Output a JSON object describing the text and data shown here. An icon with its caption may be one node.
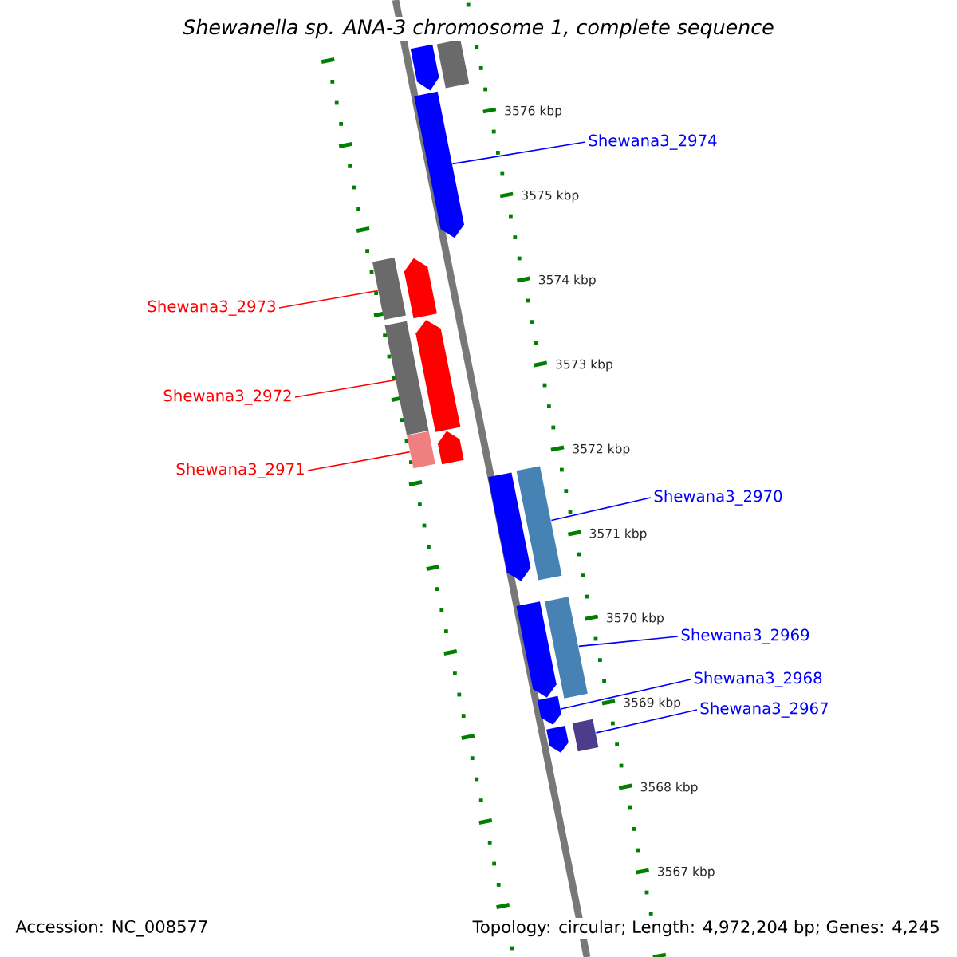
{
  "diagram": {
    "title": "Shewanella sp. ANA-3 chromosome 1, complete sequence",
    "nodes": [
      {
        "text": [
          "Shewana3_2974"
        ]
      },
      {
        "text": [
          "Shewana3_2973"
        ]
      },
      {
        "text": [
          "Shewana3_2972"
        ]
      },
      {
        "text": [
          "Shewana3_2971"
        ]
      },
      {
        "text": [
          "Shewana3_2970"
        ]
      },
      {
        "text": [
          "Shewana3_2969"
        ]
      },
      {
        "text": [
          "Shewana3_2968"
        ]
      },
      {
        "text": [
          "Shewana3_2967"
        ]
      },
      {
        "text": [],
        "shape": "pentagon"
      },
      {
        "text": [],
        "shape": "box"
      },
      {
        "text": [],
        "shape": "pentagon"
      },
      {
        "text": [],
        "shape": "box"
      },
      {
        "text": [],
        "shape": "pentagon"
      },
      {
        "text": [],
        "shape": "box"
      },
      {
        "text": [],
        "shape": "pentagon"
      },
      {
        "text": [],
        "shape": "box"
      },
      {
        "text": [],
        "shape": "pentagon"
      },
      {
        "text": [],
        "shape": "pentagon"
      },
      {
        "text": [],
        "shape": "box"
      },
      {
        "text": [],
        "shape": "pentagon"
      },
      {
        "text": [],
        "shape": "box"
      },
      {
        "text": [],
        "shape": "pentagon"
      },
      {
        "text": [],
        "shape": "pentagon"
      },
      {
        "text": [],
        "shape": "box"
      }
    ],
    "edges": [
      {
        "from": 0,
        "to": 10,
        "arrow": "none"
      },
      {
        "from": 1,
        "to": 11,
        "arrow": "none",
        "color": "#ff0000"
      },
      {
        "from": 2,
        "to": 13,
        "arrow": "none",
        "color": "#ff0000"
      },
      {
        "from": 3,
        "to": 15,
        "arrow": "none",
        "color": "#ff0000"
      },
      {
        "from": 4,
        "to": 18,
        "arrow": "none"
      },
      {
        "from": 5,
        "to": 20,
        "arrow": "none"
      },
      {
        "from": 6,
        "to": 21,
        "arrow": "none"
      },
      {
        "from": 7,
        "to": 23,
        "arrow": "none"
      }
    ],
    "labels": [
      "3576 kbp",
      "3575 kbp",
      "3574 kbp",
      "3573 kbp",
      "3572 kbp",
      "3571 kbp",
      "3570 kbp",
      "3569 kbp",
      "3568 kbp",
      "3567 kbp",
      "Accession: NC_008577",
      "Topology: circular; Length: 4,972,204 bp; Genes: 4,245"
    ]
  }
}
